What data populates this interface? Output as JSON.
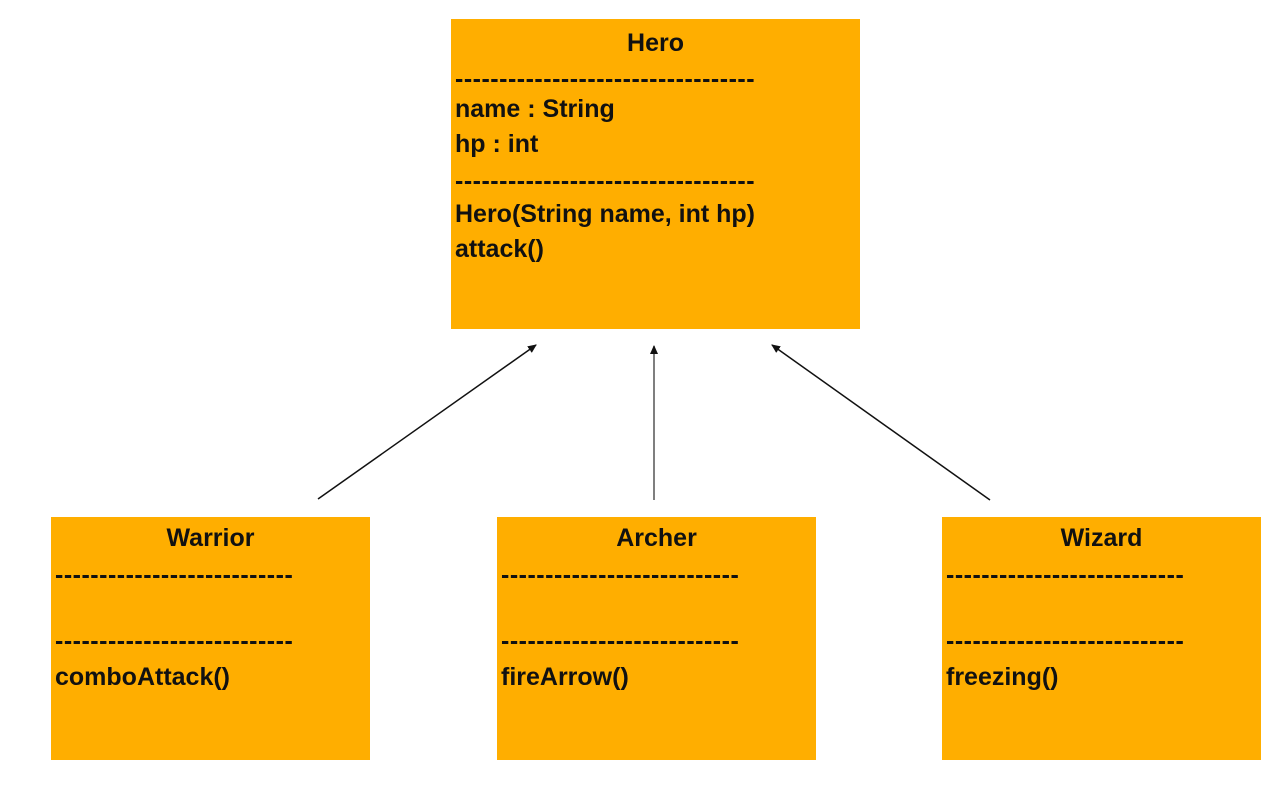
{
  "hero": {
    "title": "Hero",
    "divider": "----------------------------------",
    "attributes": [
      "name : String",
      "hp : int"
    ],
    "methods": [
      "Hero(String name, int hp)",
      "attack()"
    ]
  },
  "subclasses": [
    {
      "title": "Warrior",
      "divider": "---------------------------",
      "methods": [
        "comboAttack()"
      ]
    },
    {
      "title": "Archer",
      "divider": "---------------------------",
      "methods": [
        "fireArrow()"
      ]
    },
    {
      "title": "Wizard",
      "divider": "---------------------------",
      "methods": [
        "freezing()"
      ]
    }
  ],
  "colors": {
    "box_fill": "#FFAE00",
    "text": "#111111",
    "arrow": "#111111"
  }
}
